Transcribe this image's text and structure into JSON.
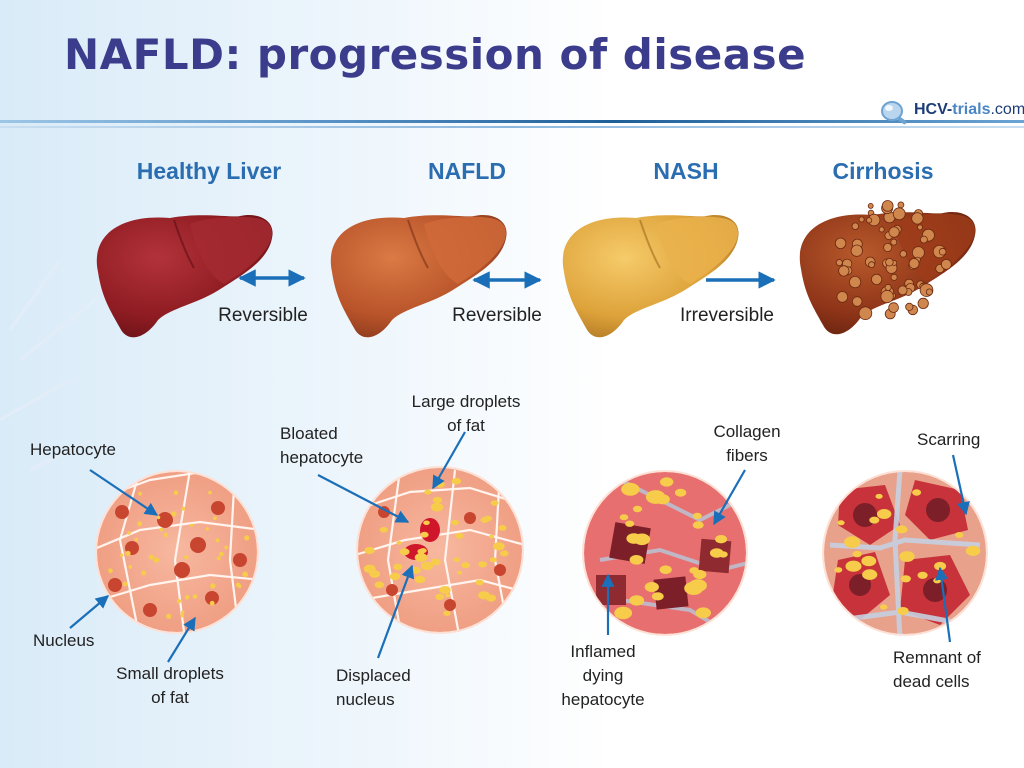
{
  "header": {
    "title": "NAFLD: progression of disease"
  },
  "brand": {
    "hcv": "HCV-",
    "trials": "trials",
    "com": ".com",
    "logo_icon": "search-icon"
  },
  "stages": [
    {
      "name": "Healthy Liver",
      "liver_color": "#8e1c22"
    },
    {
      "name": "NAFLD",
      "liver_color": "#b8532a"
    },
    {
      "name": "NASH",
      "liver_color": "#dda23a"
    },
    {
      "name": "Cirrhosis",
      "liver_color": "#8e3418"
    }
  ],
  "transitions": [
    {
      "label": "Reversible",
      "direction": "both"
    },
    {
      "label": "Reversible",
      "direction": "both"
    },
    {
      "label": "Irreversible",
      "direction": "forward"
    }
  ],
  "labels": {
    "hepatocyte": [
      "Hepatocyte"
    ],
    "nucleus": [
      "Nucleus"
    ],
    "small_droplets": [
      "Small droplets",
      "of fat"
    ],
    "bloated": [
      "Bloated",
      "hepatocyte"
    ],
    "large_droplets": [
      "Large droplets",
      "of fat"
    ],
    "displaced": [
      "Displaced",
      "nucleus"
    ],
    "collagen": [
      "Collagen",
      "fibers"
    ],
    "inflamed": [
      "Inflamed",
      "dying",
      "hepatocyte"
    ],
    "scarring": [
      "Scarring"
    ],
    "remnant": [
      "Remnant of",
      "dead cells"
    ]
  },
  "colors": {
    "title": "#3b3c8c",
    "stage_heading": "#2a6db0",
    "arrow": "#1b6fb8",
    "tissue": "#f2a48a",
    "nucleus": "#c8452f",
    "fat": "#f6cc4a"
  }
}
